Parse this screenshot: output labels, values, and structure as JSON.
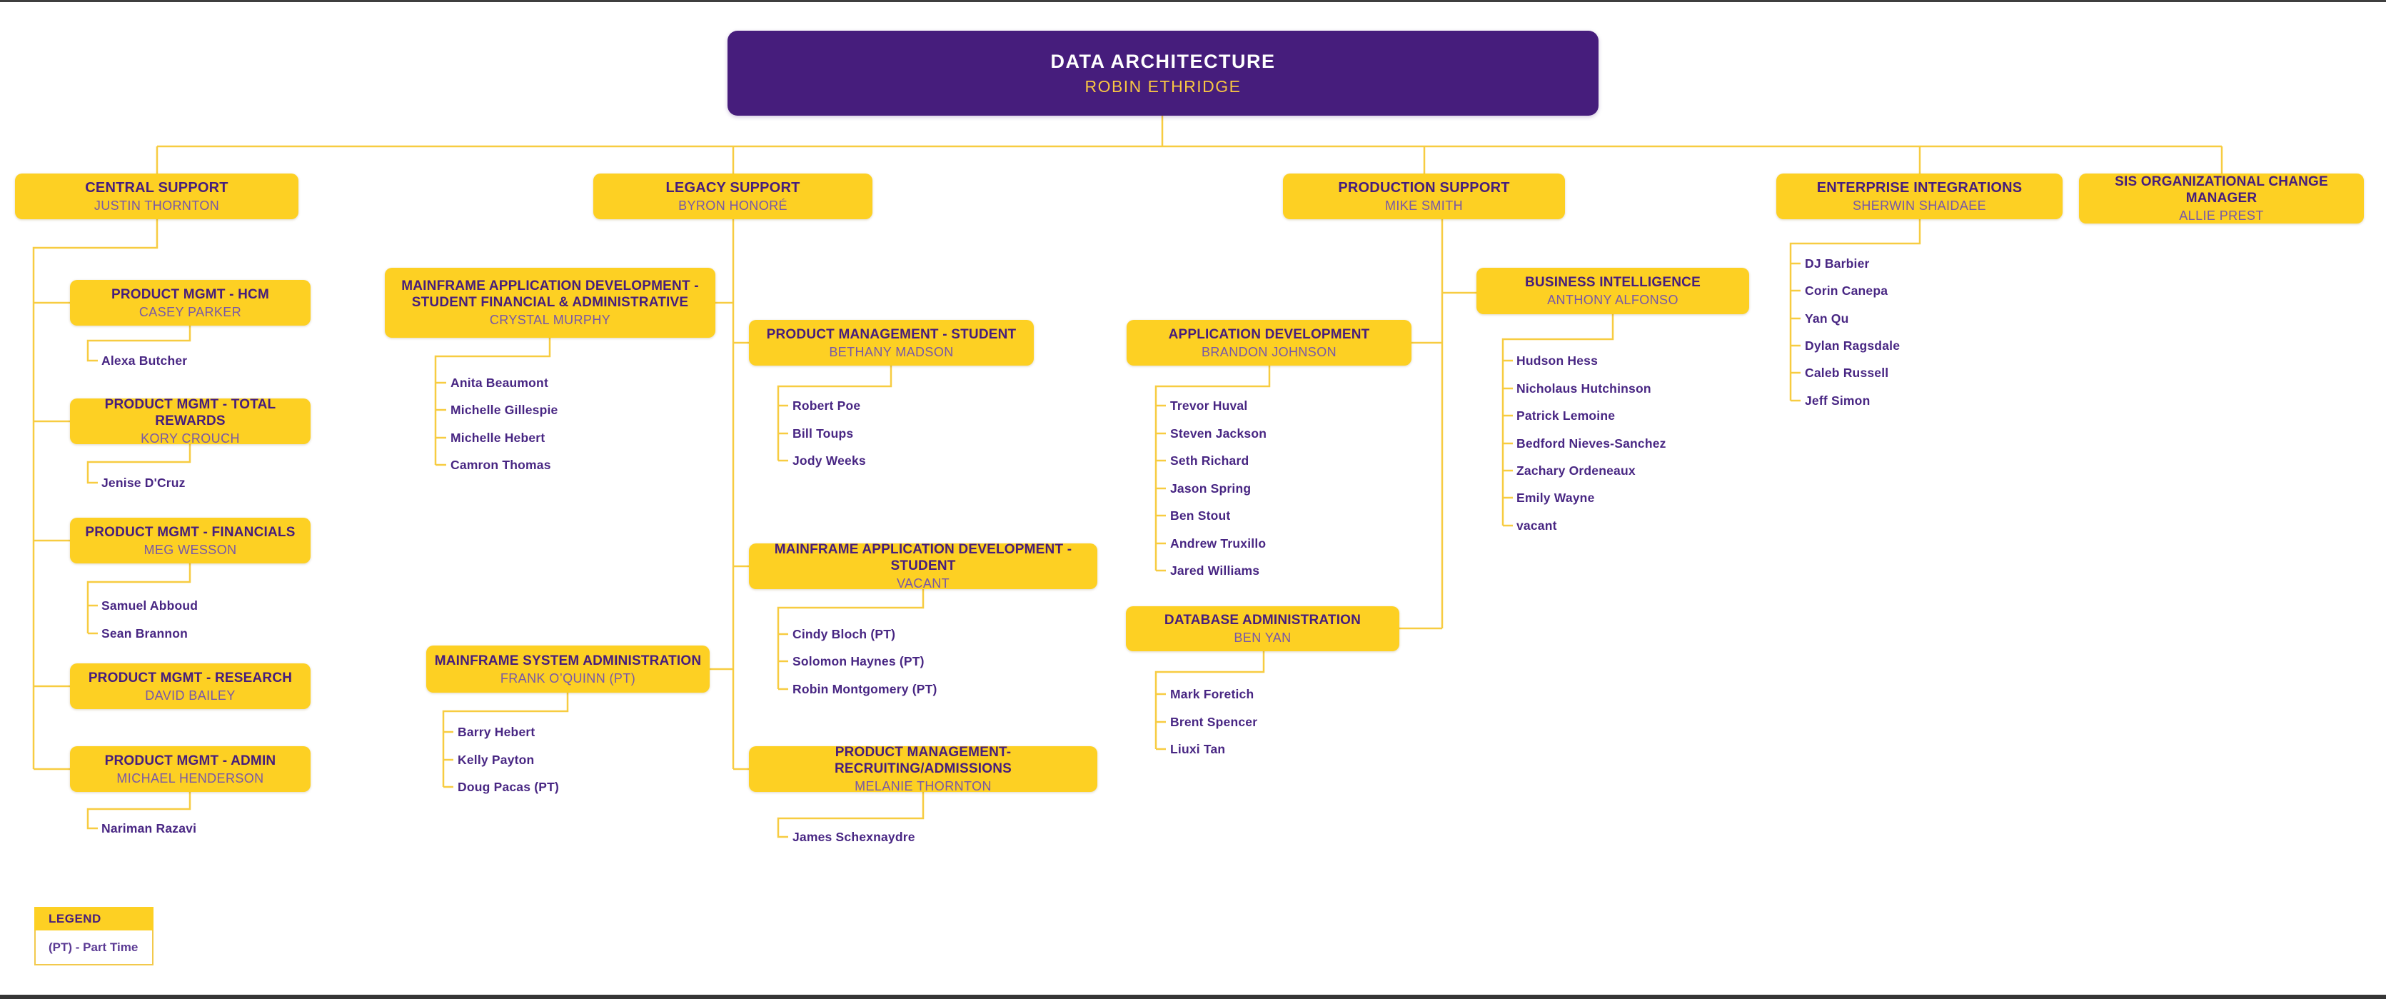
{
  "colors": {
    "brand_purple": "#461D7C",
    "brand_gold": "#FDD023",
    "connector_line": "#F7CC41",
    "subtitle_purple": "#7757A9",
    "staff_text": "#482683"
  },
  "legend": {
    "title": "LEGEND",
    "entry": "(PT) - Part Time"
  },
  "tree": {
    "root": {
      "title": "DATA ARCHITECTURE",
      "name": "ROBIN ETHRIDGE"
    },
    "branches": [
      {
        "title": "CENTRAL SUPPORT",
        "name": "JUSTIN THORNTON",
        "children": [
          {
            "title": "PRODUCT MGMT - HCM",
            "name": "CASEY PARKER",
            "staff": [
              "Alexa Butcher"
            ]
          },
          {
            "title": "PRODUCT MGMT - TOTAL REWARDS",
            "name": "KORY CROUCH",
            "staff": [
              "Jenise D'Cruz"
            ]
          },
          {
            "title": "PRODUCT MGMT - FINANCIALS",
            "name": "MEG WESSON",
            "staff": [
              "Samuel Abboud",
              "Sean Brannon"
            ]
          },
          {
            "title": "PRODUCT MGMT - RESEARCH",
            "name": "DAVID BAILEY",
            "staff": []
          },
          {
            "title": "PRODUCT MGMT - ADMIN",
            "name": "MICHAEL HENDERSON",
            "staff": [
              "Nariman Razavi"
            ]
          }
        ]
      },
      {
        "title": "LEGACY SUPPORT",
        "name": "BYRON HONORÉ",
        "children": [
          {
            "title": "MAINFRAME APPLICATION DEVELOPMENT - STUDENT FINANCIAL & ADMINISTRATIVE",
            "name": "CRYSTAL MURPHY",
            "staff": [
              "Anita Beaumont",
              "Michelle Gillespie",
              "Michelle Hebert",
              "Camron Thomas"
            ]
          },
          {
            "title": "PRODUCT MANAGEMENT - STUDENT",
            "name": "BETHANY MADSON",
            "staff": [
              "Robert Poe",
              "Bill Toups",
              "Jody Weeks"
            ]
          },
          {
            "title": "MAINFRAME SYSTEM ADMINISTRATION",
            "name": "FRANK O’QUINN (PT)",
            "staff": [
              "Barry Hebert",
              "Kelly Payton",
              "Doug Pacas (PT)"
            ]
          },
          {
            "title": "MAINFRAME APPLICATION DEVELOPMENT - STUDENT",
            "name": "VACANT",
            "staff": [
              "Cindy Bloch (PT)",
              "Solomon Haynes (PT)",
              "Robin Montgomery (PT)"
            ]
          },
          {
            "title": "PRODUCT MANAGEMENT- RECRUITING/ADMISSIONS",
            "name": "MELANIE THORNTON",
            "staff": [
              "James Schexnaydre"
            ]
          }
        ]
      },
      {
        "title": "PRODUCTION SUPPORT",
        "name": "MIKE SMITH",
        "children": [
          {
            "title": "APPLICATION DEVELOPMENT",
            "name": "BRANDON JOHNSON",
            "staff": [
              "Trevor Huval",
              "Steven Jackson",
              "Seth Richard",
              "Jason Spring",
              "Ben Stout",
              "Andrew Truxillo",
              "Jared Williams"
            ]
          },
          {
            "title": "BUSINESS INTELLIGENCE",
            "name": "ANTHONY ALFONSO",
            "staff": [
              "Hudson Hess",
              "Nicholaus Hutchinson",
              "Patrick Lemoine",
              "Bedford Nieves-Sanchez",
              "Zachary Ordeneaux",
              "Emily Wayne",
              "vacant"
            ]
          },
          {
            "title": "DATABASE ADMINISTRATION",
            "name": "BEN YAN",
            "staff": [
              "Mark Foretich",
              "Brent Spencer",
              "Liuxi Tan"
            ]
          }
        ]
      },
      {
        "title": "ENTERPRISE INTEGRATIONS",
        "name": "SHERWIN SHAIDAEE",
        "staff": [
          "DJ Barbier",
          "Corin Canepa",
          "Yan Qu",
          "Dylan Ragsdale",
          "Caleb Russell",
          "Jeff Simon"
        ]
      },
      {
        "title": "SIS ORGANIZATIONAL CHANGE MANAGER",
        "name": "ALLIE PREST",
        "staff": []
      }
    ]
  }
}
